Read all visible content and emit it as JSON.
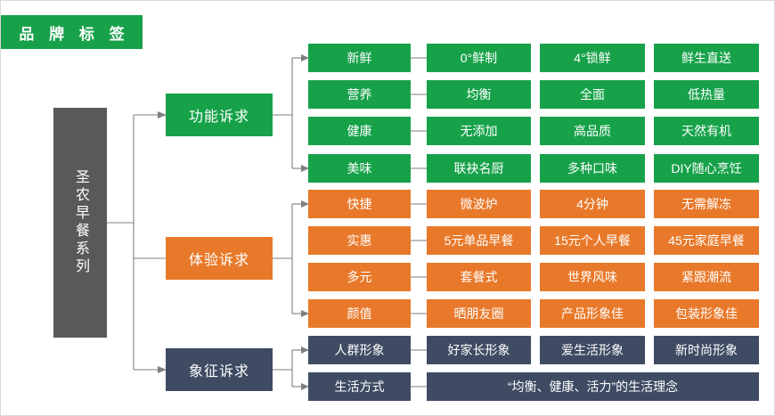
{
  "banner": {
    "label": "品 牌 标 签"
  },
  "root": {
    "label": "圣农早餐系列"
  },
  "colors": {
    "green": "#17a24a",
    "orange": "#e8792a",
    "navy": "#3e4b63",
    "root_gray": "#58595b",
    "connector": "#7f7f7f",
    "page_border": "#d9d9d9"
  },
  "branches": [
    {
      "label": "功能诉求",
      "color": "green"
    },
    {
      "label": "体验诉求",
      "color": "orange"
    },
    {
      "label": "象征诉求",
      "color": "navy"
    }
  ],
  "rows": [
    {
      "color": "green",
      "key": "新鲜",
      "values": [
        "0°鲜制",
        "4°锁鲜",
        "鲜生直送"
      ]
    },
    {
      "color": "green",
      "key": "营养",
      "values": [
        "均衡",
        "全面",
        "低热量"
      ]
    },
    {
      "color": "green",
      "key": "健康",
      "values": [
        "无添加",
        "高品质",
        "天然有机"
      ]
    },
    {
      "color": "green",
      "key": "美味",
      "values": [
        "联袂名厨",
        "多种口味",
        "DIY随心烹饪"
      ]
    },
    {
      "color": "orange",
      "key": "快捷",
      "values": [
        "微波炉",
        "4分钟",
        "无需解冻"
      ]
    },
    {
      "color": "orange",
      "key": "实惠",
      "values": [
        "5元单品早餐",
        "15元个人早餐",
        "45元家庭早餐"
      ]
    },
    {
      "color": "orange",
      "key": "多元",
      "values": [
        "套餐式",
        "世界风味",
        "紧跟潮流"
      ]
    },
    {
      "color": "orange",
      "key": "颜值",
      "values": [
        "晒朋友圈",
        "产品形象佳",
        "包装形象佳"
      ]
    },
    {
      "color": "navy",
      "key": "人群形象",
      "values": [
        "好家长形象",
        "爱生活形象",
        "新时尚形象"
      ]
    },
    {
      "color": "navy",
      "key": "生活方式",
      "values": [
        "“均衡、健康、活力”的生活理念"
      ],
      "wide": true
    }
  ]
}
